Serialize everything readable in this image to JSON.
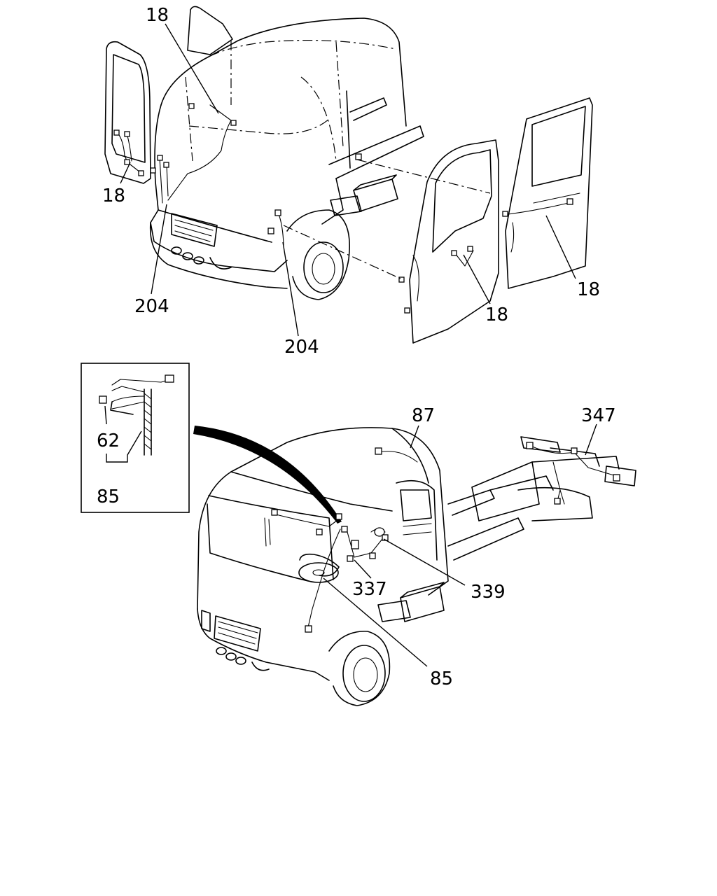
{
  "callouts": {
    "c1": "18",
    "c2": "18",
    "c3": "204",
    "c4": "204",
    "c5": "18",
    "c6": "18",
    "c7": "62",
    "c8": "85",
    "c9": "87",
    "c10": "347",
    "c11": "337",
    "c12": "339",
    "c13": "85"
  }
}
